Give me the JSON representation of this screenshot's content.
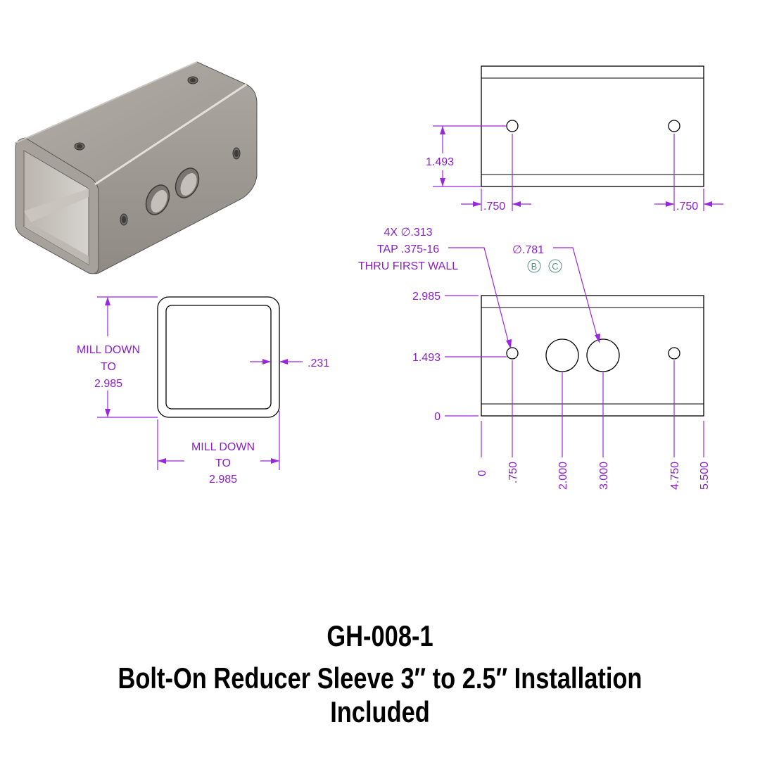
{
  "part_number": "GH-008-1",
  "product_title": "Bolt-On Reducer Sleeve 3″ to 2.5″ Installation Included",
  "top_view": {
    "height_dim": "1.493",
    "left_offset": ".750",
    "right_offset": ".750"
  },
  "end_view": {
    "height_label": [
      "MILL DOWN",
      "TO",
      "2.985"
    ],
    "width_label": [
      "MILL DOWN",
      "TO",
      "2.985"
    ],
    "wall_thickness": ".231"
  },
  "side_view": {
    "tapped_hole_note": [
      "4X ∅.313",
      "TAP .375-16",
      "THRU FIRST WALL"
    ],
    "bore_note": "∅.781",
    "datums": [
      "B",
      "C"
    ],
    "vertical_ordinates": [
      "2.985",
      "1.493",
      "0"
    ],
    "horizontal_ordinates": [
      "0",
      ".750",
      "2.000",
      "3.000",
      "4.750",
      "5.500"
    ]
  },
  "colors": {
    "dimension": "#9b26e0",
    "outline": "#000000",
    "metal": "#9d9893"
  }
}
